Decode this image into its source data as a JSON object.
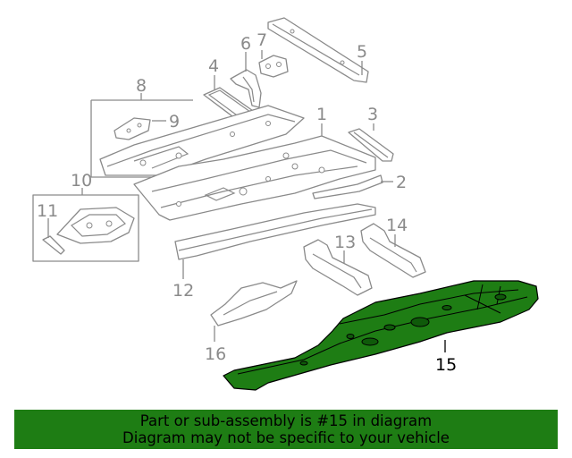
{
  "callouts": [
    "1",
    "2",
    "3",
    "4",
    "5",
    "6",
    "7",
    "8",
    "9",
    "10",
    "11",
    "12",
    "13",
    "14",
    "15",
    "16"
  ],
  "highlighted_part": "15",
  "colors": {
    "highlight": "#1e7d14",
    "line": "#8a8a8a",
    "banner": "#1e7d14"
  },
  "banner": {
    "line1": "Part or sub-assembly is #15 in diagram",
    "line2": "Diagram may not be specific to your vehicle"
  }
}
